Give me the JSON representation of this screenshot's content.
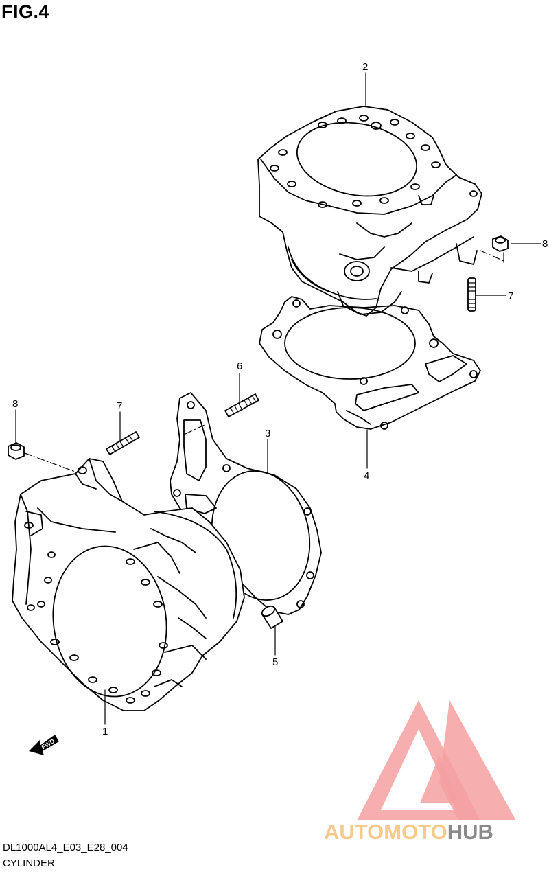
{
  "figure": {
    "title": "FIG.4",
    "code": "DL1000AL4_E03_E28_004",
    "name": "CYLINDER",
    "fwd_label": "FWD"
  },
  "callouts": [
    {
      "id": "c2",
      "label": "2",
      "part": "cylinder-rear"
    },
    {
      "id": "c8a",
      "label": "8",
      "part": "nut-rear"
    },
    {
      "id": "c7a",
      "label": "7",
      "part": "stud-rear"
    },
    {
      "id": "c4",
      "label": "4",
      "part": "gasket-rear"
    },
    {
      "id": "c6",
      "label": "6",
      "part": "stud-long"
    },
    {
      "id": "c3",
      "label": "3",
      "part": "gasket-front"
    },
    {
      "id": "c8b",
      "label": "8",
      "part": "nut-front"
    },
    {
      "id": "c7b",
      "label": "7",
      "part": "stud-front"
    },
    {
      "id": "c5",
      "label": "5",
      "part": "dowel-pin"
    },
    {
      "id": "c1",
      "label": "1",
      "part": "cylinder-front"
    }
  ],
  "watermark": {
    "part1": "AUTOMOTO",
    "part2": "HUB",
    "color_main": "#f4a0a0",
    "color_auto": "#f6c98c",
    "color_hub": "#8a8a8a"
  }
}
